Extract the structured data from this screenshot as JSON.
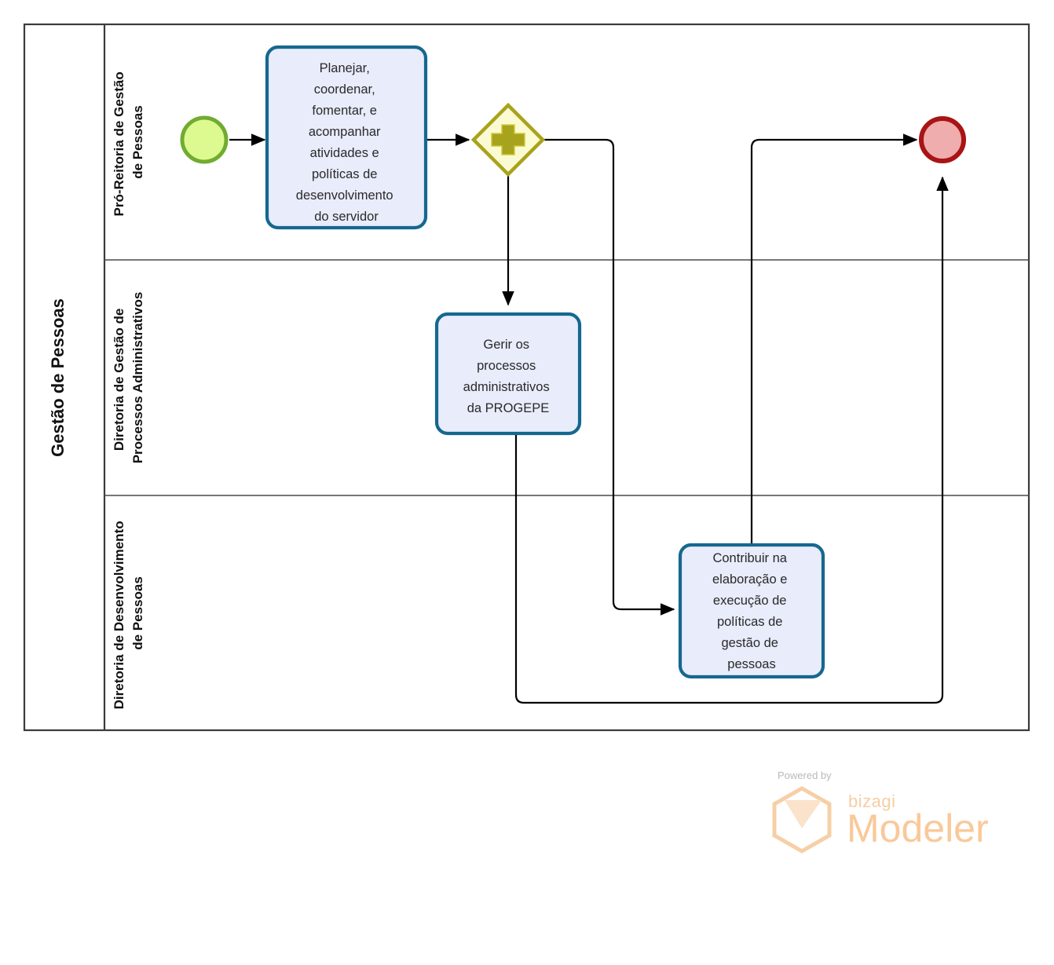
{
  "diagram": {
    "type": "bpmn-process",
    "pool": {
      "name": "pool",
      "title": "Gestão de Pessoas"
    },
    "lanes": [
      {
        "id": "lane-pro-reitoria",
        "title": "Pró-Reitoria de Gestão de Pessoas"
      },
      {
        "id": "lane-processos-adm",
        "title": "Diretoria de Gestão de Processos Administrativos"
      },
      {
        "id": "lane-desenvolvimento",
        "title": "Diretoria de Desenvolvimento de Pessoas"
      }
    ],
    "events": {
      "start": {
        "id": "start-event",
        "label": "",
        "fill": "#ddfa90",
        "stroke": "#71ac31"
      },
      "end": {
        "id": "end-event",
        "label": "",
        "fill": "#efadad",
        "stroke": "#a91414"
      }
    },
    "gateway": {
      "id": "parallel-gateway",
      "kind": "parallel",
      "symbol": "+",
      "fill": "#fbfbd3",
      "stroke": "#a8a31c"
    },
    "tasks": [
      {
        "id": "task-planejar",
        "lane": "lane-pro-reitoria",
        "lines": [
          "Planejar,",
          "coordenar,",
          "fomentar, e",
          "acompanhar",
          "atividades e",
          "políticas de",
          "desenvolvimento",
          "do servidor"
        ]
      },
      {
        "id": "task-gerir",
        "lane": "lane-processos-adm",
        "lines": [
          "Gerir os",
          "processos",
          "administrativos",
          "da PROGEPE"
        ]
      },
      {
        "id": "task-contribuir",
        "lane": "lane-desenvolvimento",
        "lines": [
          "Contribuir na",
          "elaboração e",
          "execução de",
          "políticas de",
          "gestão de",
          "pessoas"
        ]
      }
    ],
    "flows": [
      {
        "id": "flow-start-to-planejar",
        "from": "start-event",
        "to": "task-planejar"
      },
      {
        "id": "flow-planejar-to-gateway",
        "from": "task-planejar",
        "to": "parallel-gateway"
      },
      {
        "id": "flow-gateway-to-gerir",
        "from": "parallel-gateway",
        "to": "task-gerir"
      },
      {
        "id": "flow-gateway-to-contribuir",
        "from": "parallel-gateway",
        "to": "task-contribuir"
      },
      {
        "id": "flow-contribuir-to-end",
        "from": "task-contribuir",
        "to": "end-event"
      },
      {
        "id": "flow-gerir-to-end",
        "from": "task-gerir",
        "to": "end-event"
      }
    ],
    "colors": {
      "task_fill": "#e8ecfb",
      "task_border": "#15688f",
      "pool_border": "#3b3b3b",
      "flow_line": "#000000"
    }
  },
  "watermark": {
    "powered_by": "Powered by",
    "brand": "bizagi",
    "product": "Modeler"
  }
}
